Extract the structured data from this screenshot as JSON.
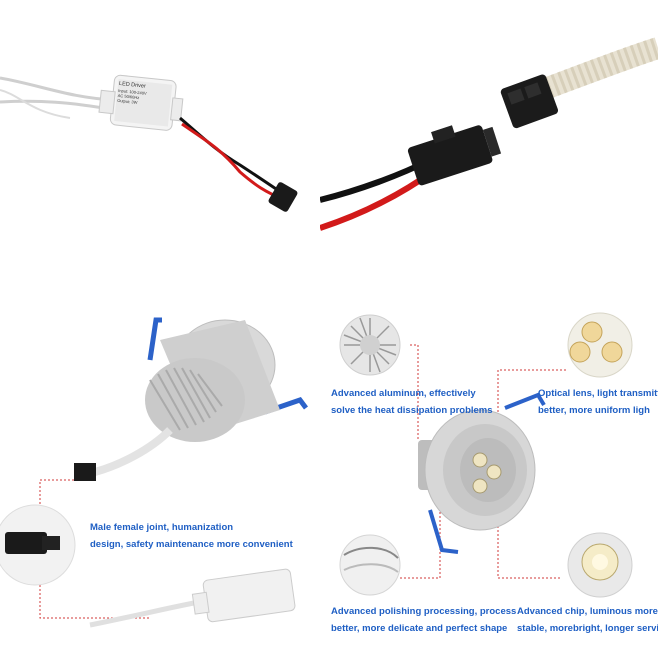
{
  "driver_label": {
    "title": "LED Driver",
    "line1": "Input: 100-240V",
    "line2": "AC 50/60Hz",
    "line3": "Output: 3W"
  },
  "captions": {
    "heatsink": [
      "Advanced aluminum, effectively",
      "solve the heat dissipation problems"
    ],
    "lens": [
      "Optical lens, light transmittanc",
      "better, more uniform ligh"
    ],
    "joint": [
      "Male female joint, humanization",
      "design, safety maintenance more convenient"
    ],
    "polish": [
      "Advanced polishing processing, process",
      "better, more delicate and perfect shape"
    ],
    "chip": [
      "Advanced chip, luminous more",
      "stable, morebright, longer service lif"
    ]
  },
  "colors": {
    "caption": "#1f5fc4",
    "dotted_line": "#d23a3a",
    "wire_red": "#d21a1a",
    "wire_black": "#111111",
    "clip_blue": "#2c62c9"
  }
}
